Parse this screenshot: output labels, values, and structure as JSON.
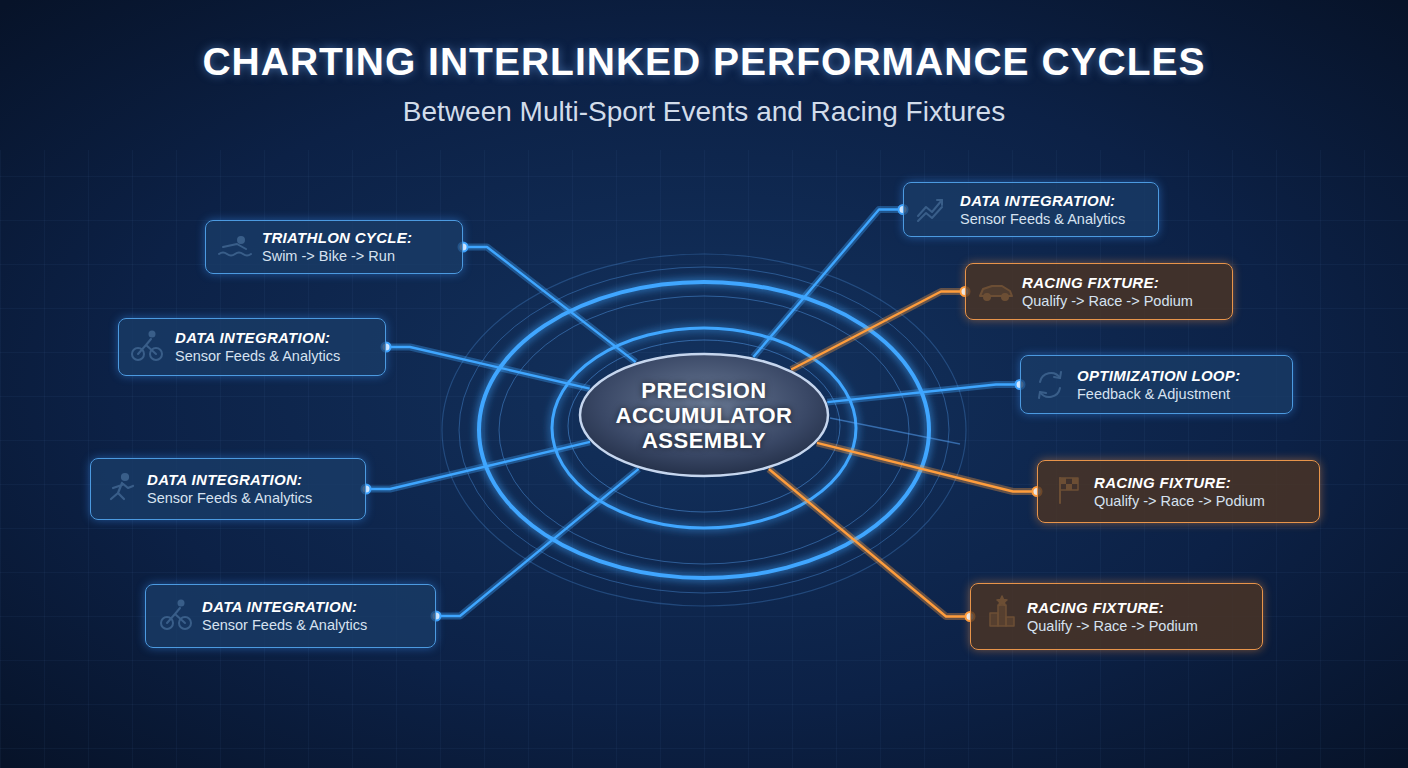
{
  "diagram": {
    "title": "CHARTING INTERLINKED PERFORMANCE CYCLES",
    "nodes": [
      {
        "text": [
          "PRECISION ACCUMULATOR ASSEMBLY"
        ]
      },
      {
        "text": [
          "TRIATHLON CYCLE:",
          "Swim -> Bike -> Run"
        ]
      },
      {
        "text": [
          "DATA INTEGRATION:",
          "Sensor Feeds & Analytics"
        ]
      },
      {
        "text": [
          "DATA INTEGRATION:",
          "Sensor Feeds & Analytics"
        ]
      },
      {
        "text": [
          "DATA INTEGRATION:",
          "Sensor Feeds & Analytics"
        ]
      },
      {
        "text": [
          "DATA INTEGRATION:",
          "Sensor Feeds & Analytics"
        ]
      },
      {
        "text": [
          "RACING FIXTURE:",
          "Qualify -> Race -> Podium"
        ]
      },
      {
        "text": [
          "OPTIMIZATION LOOP:",
          "Feedback & Adjustment"
        ]
      },
      {
        "text": [
          "RACING FIXTURE:",
          "Qualify -> Race -> Podium"
        ]
      },
      {
        "text": [
          "RACING FIXTURE:",
          "Qualify -> Race -> Podium"
        ]
      }
    ],
    "edges": [
      {
        "from": 0,
        "to": 1,
        "arrow": "none"
      },
      {
        "from": 0,
        "to": 2,
        "arrow": "none"
      },
      {
        "from": 0,
        "to": 3,
        "arrow": "none"
      },
      {
        "from": 0,
        "to": 4,
        "arrow": "none"
      },
      {
        "from": 0,
        "to": 5,
        "arrow": "none"
      },
      {
        "from": 0,
        "to": 6,
        "arrow": "none"
      },
      {
        "from": 0,
        "to": 7,
        "arrow": "none"
      },
      {
        "from": 0,
        "to": 8,
        "arrow": "none"
      },
      {
        "from": 0,
        "to": 9,
        "arrow": "none"
      }
    ],
    "labels": [
      "Between Multi-Sport Events and Racing Fixtures"
    ]
  }
}
